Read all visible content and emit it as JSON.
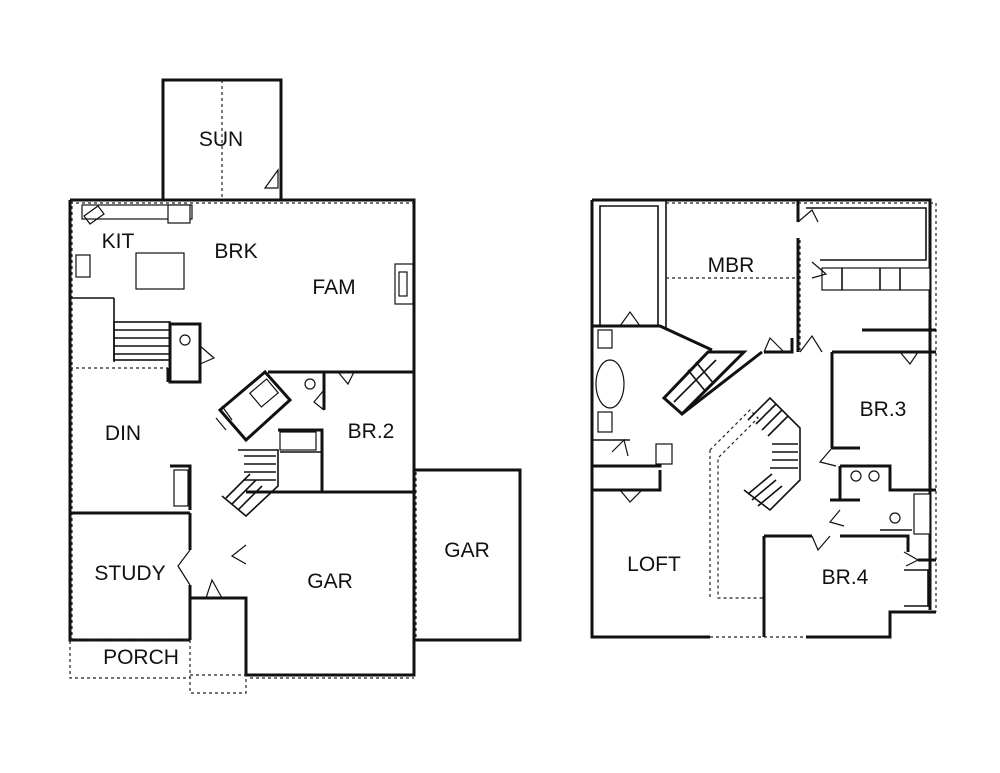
{
  "first_floor": {
    "rooms": {
      "sun": "SUN",
      "kit": "KIT",
      "brk": "BRK",
      "fam": "FAM",
      "din": "DIN",
      "br2": "BR.2",
      "study": "STUDY",
      "gar_main": "GAR",
      "gar_side": "GAR",
      "porch": "PORCH"
    }
  },
  "second_floor": {
    "rooms": {
      "mbr": "MBR",
      "br3": "BR.3",
      "loft": "LOFT",
      "br4": "BR.4"
    }
  }
}
